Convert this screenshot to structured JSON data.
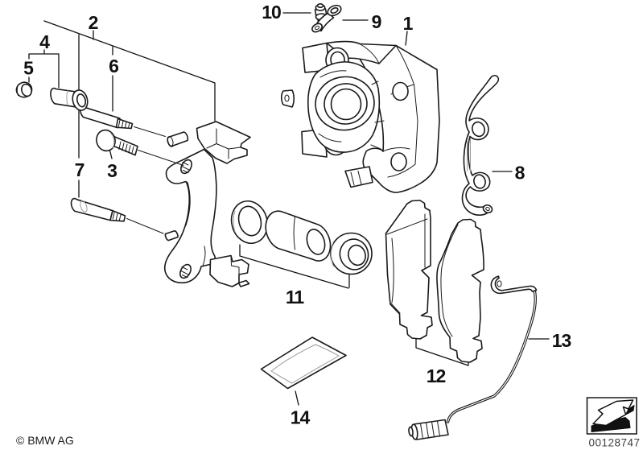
{
  "diagram": {
    "callouts": [
      {
        "id": 1,
        "label": "1"
      },
      {
        "id": 2,
        "label": "2"
      },
      {
        "id": 3,
        "label": "3"
      },
      {
        "id": 4,
        "label": "4"
      },
      {
        "id": 5,
        "label": "5"
      },
      {
        "id": 6,
        "label": "6"
      },
      {
        "id": 7,
        "label": "7"
      },
      {
        "id": 8,
        "label": "8"
      },
      {
        "id": 9,
        "label": "9"
      },
      {
        "id": 10,
        "label": "10"
      },
      {
        "id": 11,
        "label": "11"
      },
      {
        "id": 12,
        "label": "12"
      },
      {
        "id": 13,
        "label": "13"
      },
      {
        "id": 14,
        "label": "14"
      }
    ]
  },
  "footer": {
    "copyright": "© BMW AG",
    "image_number": "00128747"
  },
  "colors": {
    "line": "#1a1a1a",
    "background": "#ffffff",
    "muted_line": "#9a9a9a",
    "footer_text": "#3f3f3f"
  }
}
